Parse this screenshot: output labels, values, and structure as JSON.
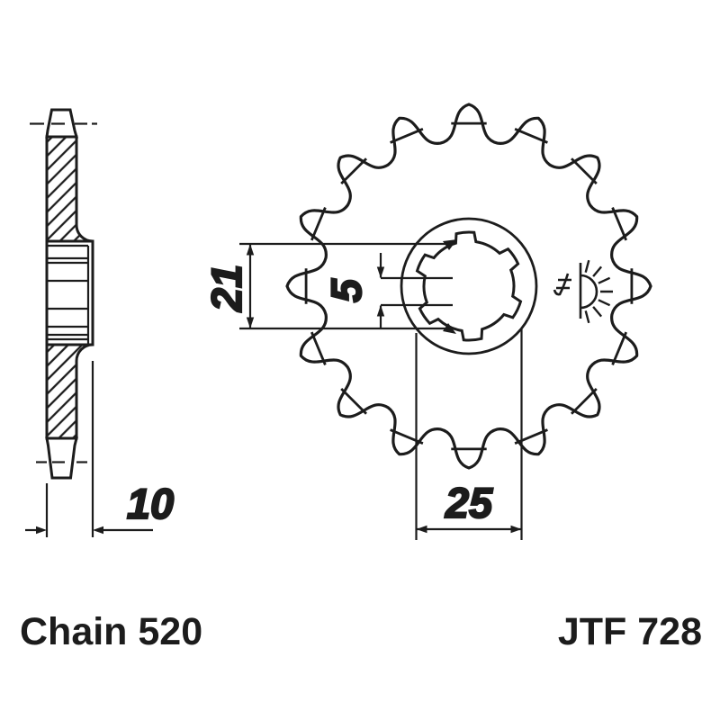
{
  "page": {
    "background": "#ffffff",
    "line_color": "#1c1c1c"
  },
  "dimensions": {
    "side_width": "10",
    "bore_inner_diameter": "21",
    "spline_groove_width": "5",
    "spline_outer_diameter": "25"
  },
  "front_view": {
    "tooth_count": 16,
    "spline_count": 6
  },
  "branding": {
    "chain_label": "Chain 520",
    "part_number": "JTF 728",
    "logo_icon": "jt-rising-sun-icon",
    "monogram_icon": "jt-monogram-icon"
  }
}
